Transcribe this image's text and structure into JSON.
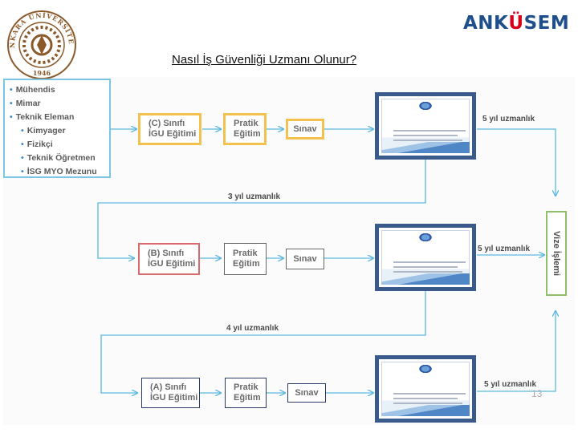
{
  "header": {
    "title": "Nasıl İş Güvenliği Uzmanı Olunur?",
    "left_logo_text": "ANKARA ÜNİVERSİTESİ 1946",
    "right_logo_parts": [
      "ANK",
      "Ü",
      "SEM"
    ]
  },
  "qualifications": [
    {
      "label": "Mühendis",
      "level": 1
    },
    {
      "label": "Mimar",
      "level": 1
    },
    {
      "label": "Teknik Eleman",
      "level": 1
    },
    {
      "label": "Kimyager",
      "level": 2
    },
    {
      "label": "Fizikçi",
      "level": 2
    },
    {
      "label": "Teknik Öğretmen",
      "level": 2
    },
    {
      "label": "İSG MYO Mezunu",
      "level": 2
    }
  ],
  "rows": {
    "c": {
      "training_line1": "(C) Sınıfı",
      "training_line2": "İGU Eğitimi",
      "practice_line1": "Pratik",
      "practice_line2": "Eğitim",
      "exam": "Sınav",
      "exp": "5 yıl uzmanlık"
    },
    "b": {
      "training_line1": "(B) Sınıfı",
      "training_line2": "İGU Eğitimi",
      "practice_line1": "Pratik",
      "practice_line2": "Eğitim",
      "exam": "Sınav",
      "exp": "5 yıl uzmanlık"
    },
    "a": {
      "training_line1": "(A) Sınıfı",
      "training_line2": "İGU Eğitimi",
      "practice_line1": "Pratik",
      "practice_line2": "Eğitim",
      "exam": "Sınav",
      "exp": "5 yıl uzmanlık"
    }
  },
  "transitions": {
    "c_to_b": "3 yıl uzmanlık",
    "b_to_a": "4 yıl uzmanlık"
  },
  "vize": "Vize İşlemi",
  "page_number": "13",
  "colors": {
    "arrow": "#5bb8df",
    "gold": "#f2c14e",
    "red": "#d96b6b",
    "green": "#8dc06a",
    "navy": "#2b3a6a"
  }
}
